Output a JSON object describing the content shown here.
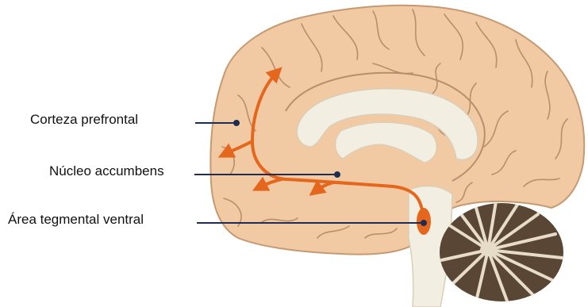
{
  "labels": {
    "prefrontal_cortex": "Corteza prefrontal",
    "nucleus_accumbens": "Núcleo accumbens",
    "ventral_tegmental_area": "Área tegmental ventral"
  },
  "colors": {
    "cortex_fill": "#f1c9a2",
    "cortex_outline": "#c59a73",
    "sulci": "#b98e6a",
    "white_matter": "#f2eee2",
    "pathway": "#e5671e",
    "leader_line": "#1f2d52",
    "cerebellum_dark": "#5a4634",
    "cerebellum_light": "#e6dcc8",
    "background": "#ffffff"
  },
  "icons": {
    "pathway_arrowhead": "arrowhead-icon",
    "leader_dot": "dot-icon"
  }
}
